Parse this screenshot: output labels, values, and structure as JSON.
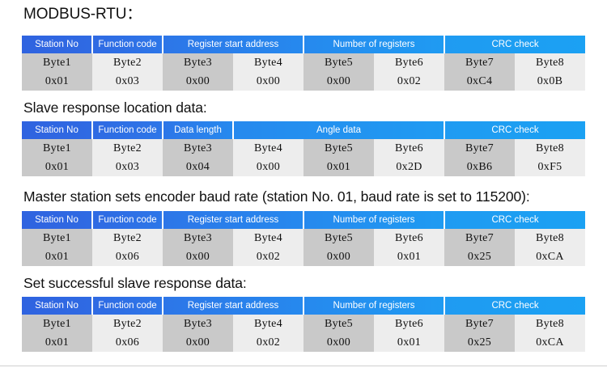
{
  "document": {
    "title": "MODBUS-RTU："
  },
  "sections": [
    {
      "heading": "MODBUS-RTU：",
      "table": {
        "headers": [
          {
            "label": "Station No",
            "span": 1
          },
          {
            "label": "Function code",
            "span": 1
          },
          {
            "label": "Register start address",
            "span": 2
          },
          {
            "label": "Number of registers",
            "span": 2
          },
          {
            "label": "CRC check",
            "span": 2
          }
        ],
        "byte_row": [
          "Byte1",
          "Byte2",
          "Byte3",
          "Byte4",
          "Byte5",
          "Byte6",
          "Byte7",
          "Byte8"
        ],
        "value_row": [
          "0x01",
          "0x03",
          "0x00",
          "0x00",
          "0x00",
          "0x02",
          "0xC4",
          "0x0B"
        ]
      }
    },
    {
      "heading": "Slave response location data:",
      "table": {
        "headers": [
          {
            "label": "Station No",
            "span": 1
          },
          {
            "label": "Function code",
            "span": 1
          },
          {
            "label": "Data length",
            "span": 1
          },
          {
            "label": "Angle data",
            "span": 3
          },
          {
            "label": "CRC check",
            "span": 2
          }
        ],
        "byte_row": [
          "Byte1",
          "Byte2",
          "Byte3",
          "Byte4",
          "Byte5",
          "Byte6",
          "Byte7",
          "Byte8"
        ],
        "value_row": [
          "0x01",
          "0x03",
          "0x04",
          "0x00",
          "0x01",
          "0x2D",
          "0xB6",
          "0xF5"
        ]
      }
    },
    {
      "heading": "Master station sets encoder baud rate (station No. 01, baud rate is set to 115200):",
      "table": {
        "headers": [
          {
            "label": "Station No",
            "span": 1
          },
          {
            "label": "Function code",
            "span": 1
          },
          {
            "label": "Register start address",
            "span": 2
          },
          {
            "label": "Number of registers",
            "span": 2
          },
          {
            "label": "CRC check",
            "span": 2
          }
        ],
        "byte_row": [
          "Byte1",
          "Byte2",
          "Byte3",
          "Byte4",
          "Byte5",
          "Byte6",
          "Byte7",
          "Byte8"
        ],
        "value_row": [
          "0x01",
          "0x06",
          "0x00",
          "0x02",
          "0x00",
          "0x01",
          "0x25",
          "0xCA"
        ]
      }
    },
    {
      "heading": "Set successful slave response data:",
      "table": {
        "headers": [
          {
            "label": "Station No",
            "span": 1
          },
          {
            "label": "Function code",
            "span": 1
          },
          {
            "label": "Register start address",
            "span": 2
          },
          {
            "label": "Number of registers",
            "span": 2
          },
          {
            "label": "CRC check",
            "span": 2
          }
        ],
        "byte_row": [
          "Byte1",
          "Byte2",
          "Byte3",
          "Byte4",
          "Byte5",
          "Byte6",
          "Byte7",
          "Byte8"
        ],
        "value_row": [
          "0x01",
          "0x06",
          "0x00",
          "0x02",
          "0x00",
          "0x01",
          "0x25",
          "0xCA"
        ]
      }
    }
  ],
  "colors": {
    "header_blue_left": "#2f63e0",
    "header_blue_right": "#1ba1f3",
    "cell_dark": "#c9c9c9",
    "cell_light": "#ededed",
    "text": "#111111",
    "rule": "#cfcfcf"
  }
}
